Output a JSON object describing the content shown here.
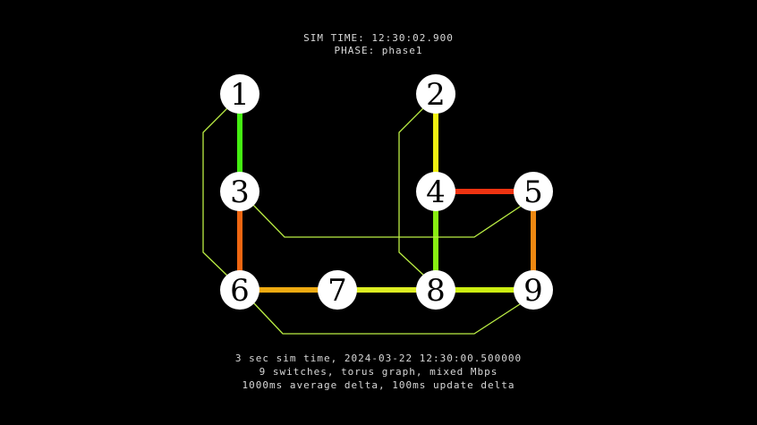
{
  "header": {
    "sim_time": "SIM TIME: 12:30:02.900",
    "phase": "PHASE: phase1"
  },
  "footer": {
    "line1": "3 sec sim time, 2024-03-22 12:30:00.500000",
    "line2": "9 switches, torus graph, mixed Mbps",
    "line3": "1000ms average delta, 100ms update delta"
  },
  "graph": {
    "nodes": [
      {
        "id": "1",
        "label": "1"
      },
      {
        "id": "2",
        "label": "2"
      },
      {
        "id": "3",
        "label": "3"
      },
      {
        "id": "4",
        "label": "4"
      },
      {
        "id": "5",
        "label": "5"
      },
      {
        "id": "6",
        "label": "6"
      },
      {
        "id": "7",
        "label": "7"
      },
      {
        "id": "8",
        "label": "8"
      },
      {
        "id": "9",
        "label": "9"
      }
    ],
    "links": [
      {
        "from": "1",
        "to": "3",
        "color": "#44ee11",
        "style": "thick"
      },
      {
        "from": "2",
        "to": "4",
        "color": "#eeee11",
        "style": "thick"
      },
      {
        "from": "3",
        "to": "6",
        "color": "#ee6611",
        "style": "thick"
      },
      {
        "from": "4",
        "to": "5",
        "color": "#ee3311",
        "style": "thick"
      },
      {
        "from": "4",
        "to": "8",
        "color": "#88ee11",
        "style": "thick"
      },
      {
        "from": "5",
        "to": "9",
        "color": "#ee8811",
        "style": "thick"
      },
      {
        "from": "6",
        "to": "7",
        "color": "#eeaa11",
        "style": "thick"
      },
      {
        "from": "7",
        "to": "8",
        "color": "#ddee22",
        "style": "thick"
      },
      {
        "from": "8",
        "to": "9",
        "color": "#ccee11",
        "style": "thick"
      },
      {
        "from": "1",
        "to": "6",
        "color": "#bbee44",
        "style": "thin"
      },
      {
        "from": "2",
        "to": "8",
        "color": "#bbee44",
        "style": "thin"
      },
      {
        "from": "3",
        "to": "5",
        "color": "#bbee44",
        "style": "thin"
      },
      {
        "from": "6",
        "to": "9",
        "color": "#bbee44",
        "style": "thin"
      }
    ]
  }
}
